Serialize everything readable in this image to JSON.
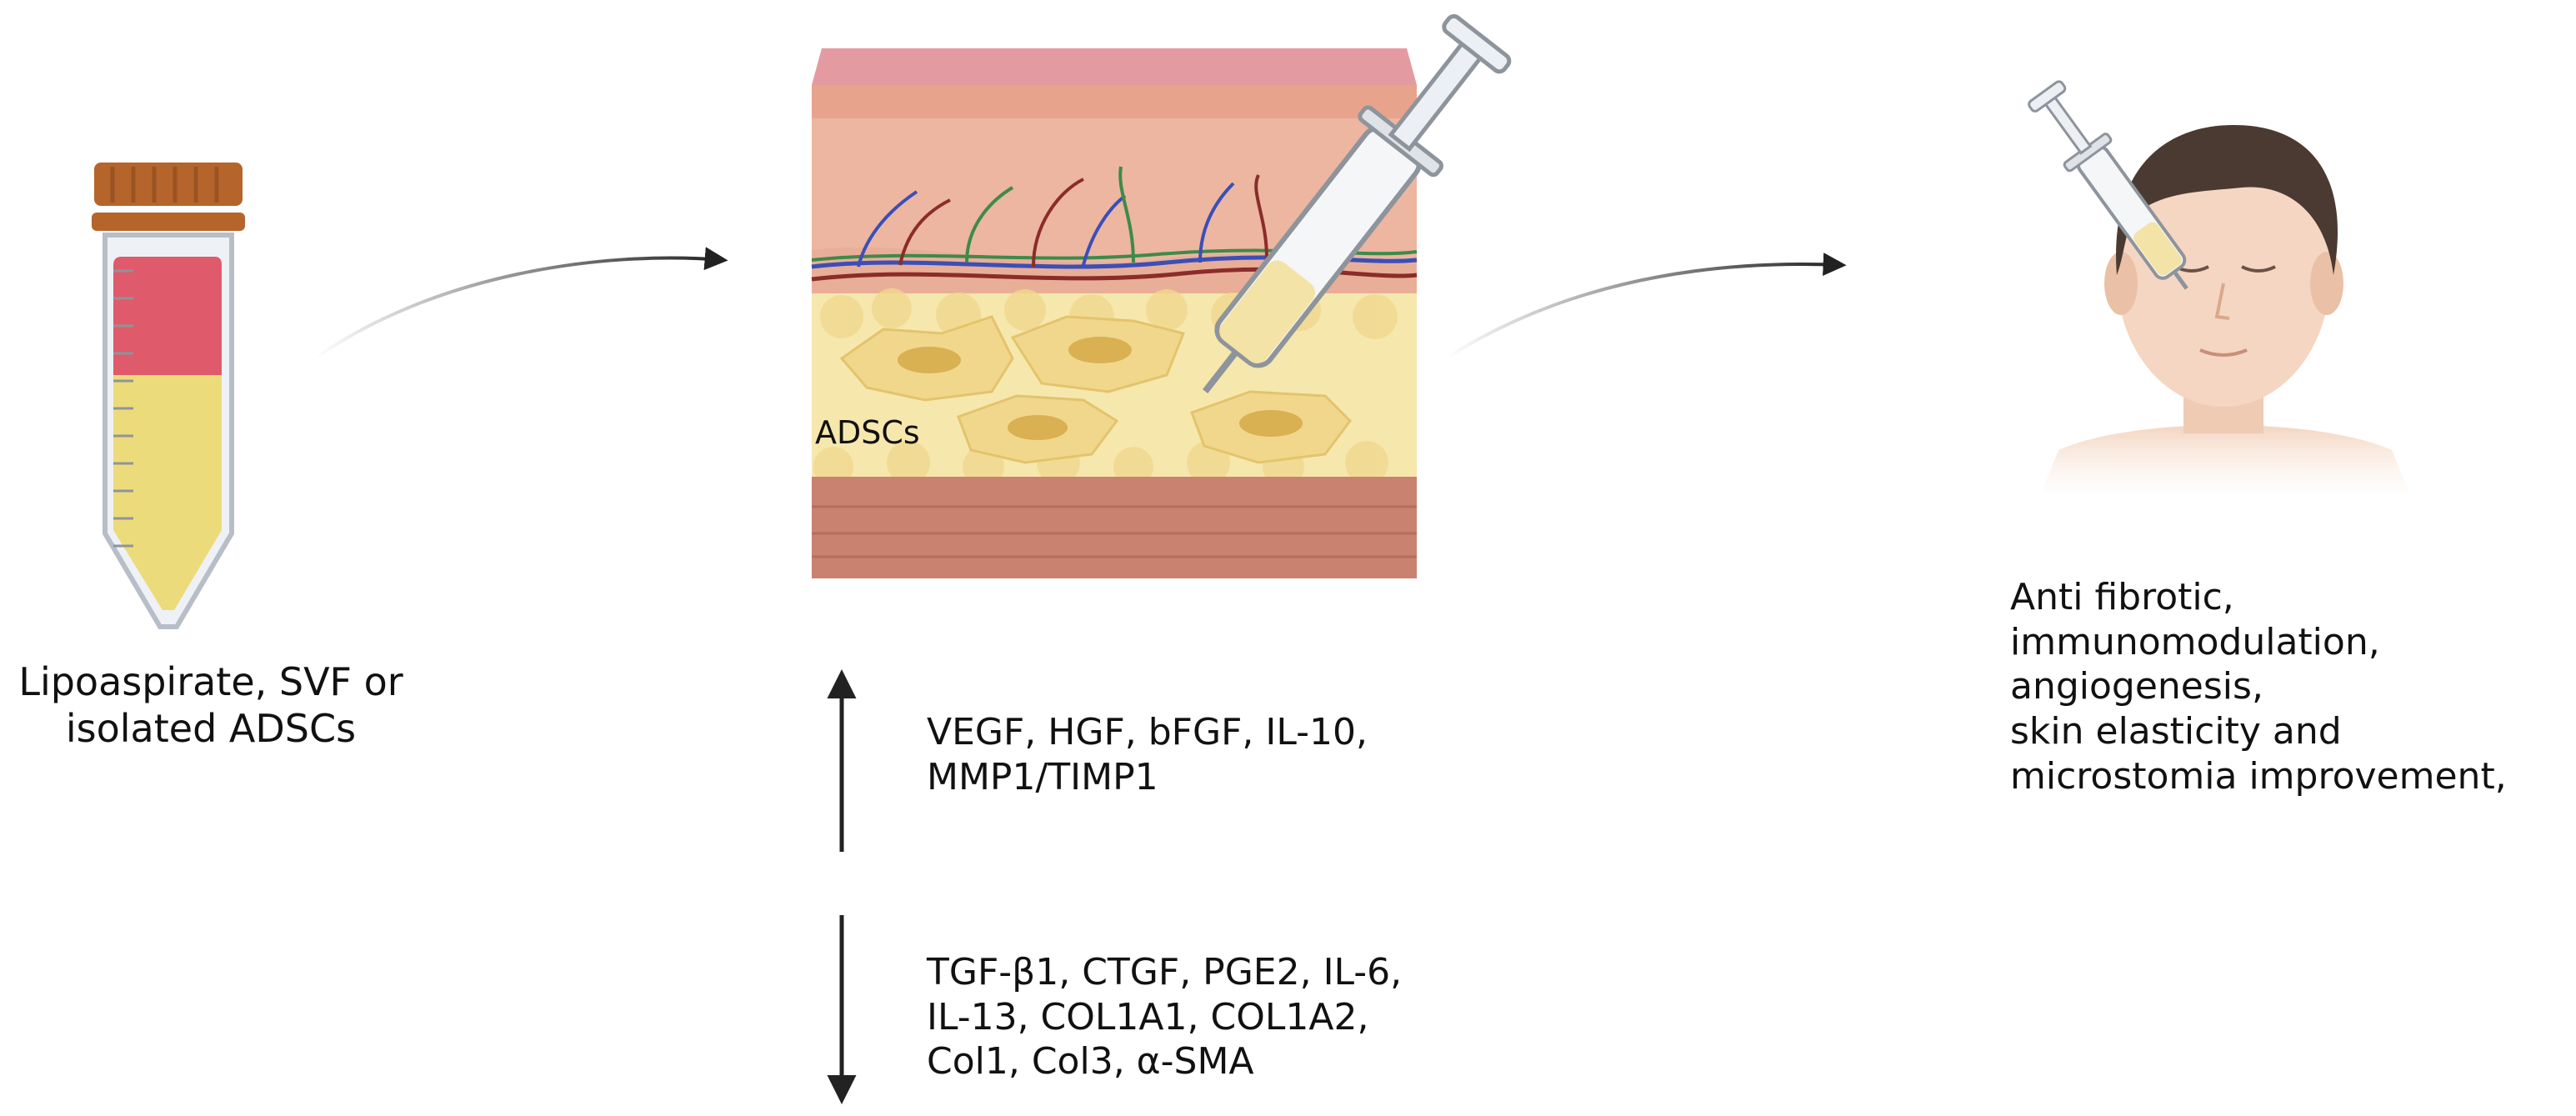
{
  "tube_caption": [
    "Lipoaspirate, SVF or",
    "isolated ADSCs"
  ],
  "tissue_label": "ADSCs",
  "upregulated_factors": [
    "VEGF,  HGF, bFGF, IL-10,",
    "MMP1/TIMP1"
  ],
  "downregulated_factors": [
    "TGF-β1, CTGF,  PGE2, IL-6,",
    "IL-13, COL1A1, COL1A2,",
    "Col1, Col3,  α-SMA"
  ],
  "outcomes": [
    "Anti fibrotic,",
    "immunomodulation,",
    "angiogenesis,",
    "skin elasticity and",
    "microstomia improvement,"
  ],
  "icons": [
    "centrifuge-tube-icon",
    "skin-tissue-icon",
    "syringe-icon",
    "face-patient-icon",
    "up-arrow-icon",
    "down-arrow-icon",
    "flow-arrow-icon"
  ],
  "colors": {
    "cap": "#b5652b",
    "tube_red": "#df5a6b",
    "tube_yellow": "#ecdb7a",
    "skin_top": "#ecaf9b",
    "fat": "#f6e7ad",
    "muscle": "#c98270",
    "arrow": "#222222"
  }
}
